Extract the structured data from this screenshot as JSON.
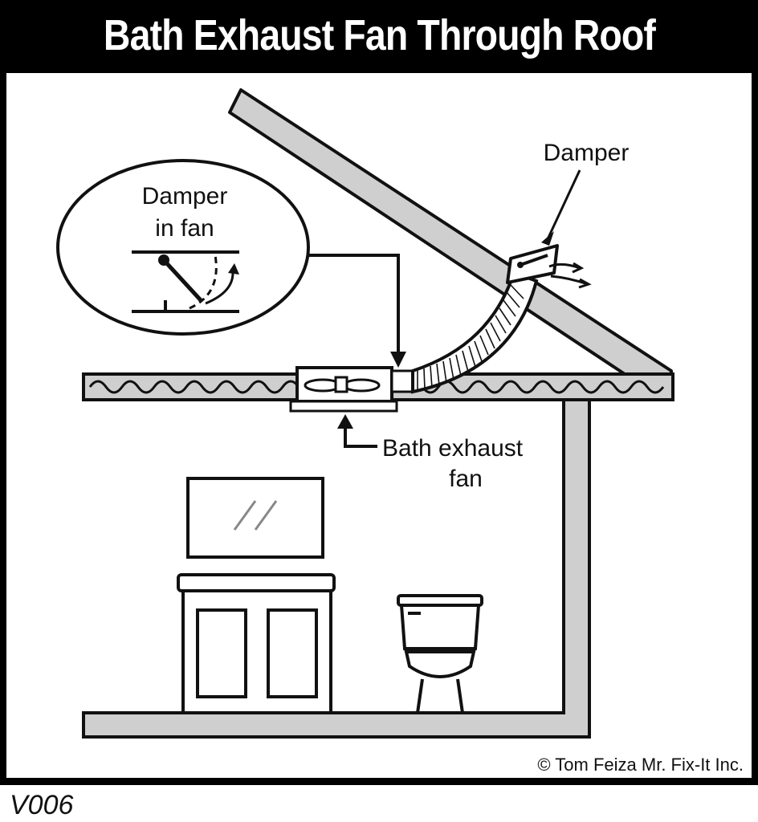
{
  "title": "Bath Exhaust Fan Through Roof",
  "labels": {
    "damper_roof": "Damper",
    "damper_in_fan_line1": "Damper",
    "damper_in_fan_line2": "in fan",
    "fan_line1": "Bath exhaust",
    "fan_line2": "fan"
  },
  "copyright": "© Tom Feiza Mr. Fix-It Inc.",
  "code": "V006",
  "colors": {
    "frame": "#000000",
    "structure": "#cfcfcf",
    "line": "#111111"
  }
}
